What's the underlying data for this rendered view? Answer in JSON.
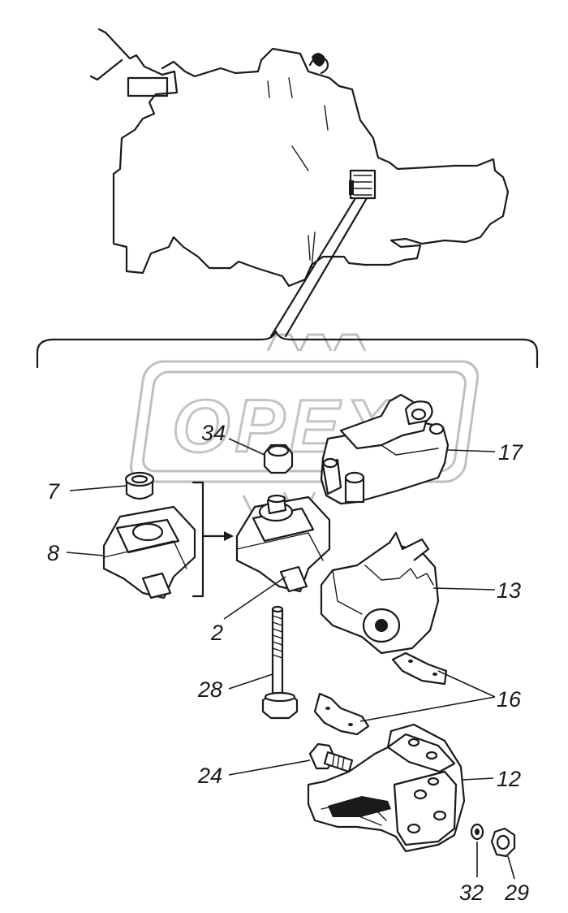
{
  "watermark": {
    "text": "OPEX"
  },
  "callouts": [
    {
      "id": "c34",
      "label": "34"
    },
    {
      "id": "c17",
      "label": "17"
    },
    {
      "id": "c7",
      "label": "7"
    },
    {
      "id": "c8",
      "label": "8"
    },
    {
      "id": "c13",
      "label": "13"
    },
    {
      "id": "c2",
      "label": "2"
    },
    {
      "id": "c28",
      "label": "28"
    },
    {
      "id": "c16",
      "label": "16"
    },
    {
      "id": "c24",
      "label": "24"
    },
    {
      "id": "c12",
      "label": "12"
    },
    {
      "id": "c32",
      "label": "32"
    },
    {
      "id": "c29",
      "label": "29"
    }
  ]
}
